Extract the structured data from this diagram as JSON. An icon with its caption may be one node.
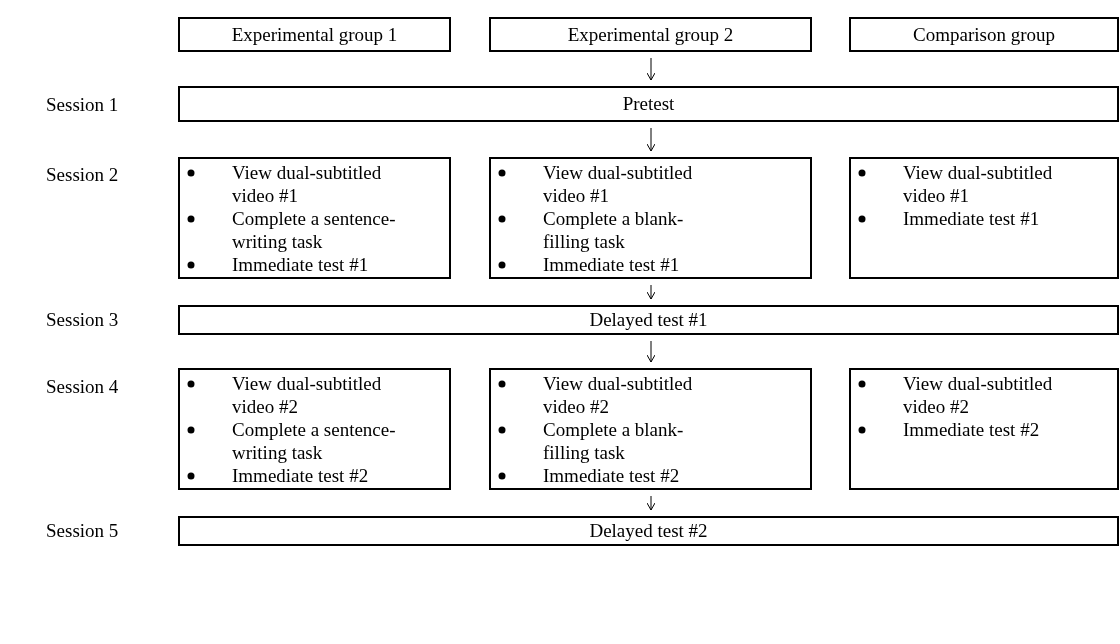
{
  "diagram": {
    "nodes": [
      {
        "text": [
          "Experimental group 1"
        ]
      },
      {
        "text": [
          "Experimental group 2"
        ]
      },
      {
        "text": [
          "Comparison group"
        ]
      },
      {
        "text": [
          "Pretest"
        ]
      },
      {
        "text": [
          "View dual-subtitled video #1",
          "Complete a sentence-writing task",
          "Immediate test #1"
        ]
      },
      {
        "text": [
          "View dual-subtitled video #1",
          "Complete a blank-filling task",
          "Immediate test #1"
        ]
      },
      {
        "text": [
          "View dual-subtitled video #1",
          "Immediate test #1"
        ]
      },
      {
        "text": [
          "Delayed test #1"
        ]
      },
      {
        "text": [
          "View dual-subtitled video #2",
          "Complete a sentence-writing task",
          "Immediate test #2"
        ]
      },
      {
        "text": [
          "View dual-subtitled video #2",
          "Complete a blank-filling task",
          "Immediate test #2"
        ]
      },
      {
        "text": [
          "View dual-subtitled video #2",
          "Immediate test #2"
        ]
      },
      {
        "text": [
          "Delayed test #2"
        ]
      }
    ],
    "edges": [
      {
        "from": 1,
        "to": 3,
        "arrow": "to"
      },
      {
        "from": 3,
        "to": 5,
        "arrow": "to"
      },
      {
        "from": 5,
        "to": 7,
        "arrow": "to"
      },
      {
        "from": 7,
        "to": 9,
        "arrow": "to"
      },
      {
        "from": 9,
        "to": 11,
        "arrow": "to"
      }
    ],
    "labels": [
      "Session 1",
      "Session 2",
      "Session 3",
      "Session 4",
      "Session 5"
    ]
  }
}
